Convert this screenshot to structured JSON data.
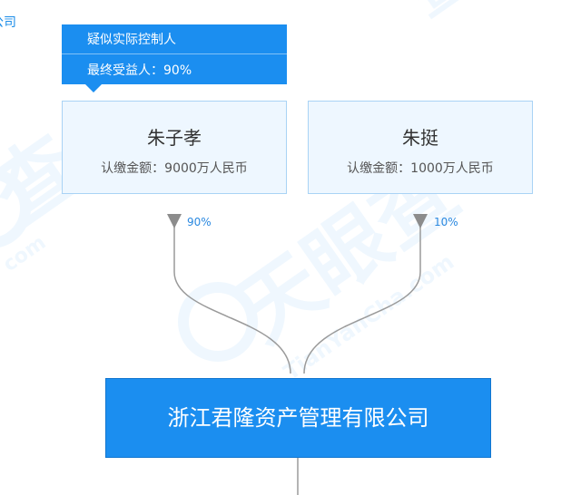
{
  "corner_text": "公司",
  "controller_tag": {
    "line1": "疑似实际控制人",
    "line2": "最终受益人：90%"
  },
  "shareholders": [
    {
      "name": "朱子孝",
      "amount": "认缴金额：9000万人民币",
      "percent": "90%"
    },
    {
      "name": "朱挺",
      "amount": "认缴金额：1000万人民币",
      "percent": "10%"
    }
  ],
  "company": {
    "name": "浙江君隆资产管理有限公司"
  },
  "watermark": {
    "text": "天眼查",
    "subtext": "TianYanCha.com"
  },
  "colors": {
    "accent": "#1b8ef0",
    "person_bg": "#eef7ff",
    "person_border": "#a9d3f5",
    "percent": "#2b89e0"
  }
}
